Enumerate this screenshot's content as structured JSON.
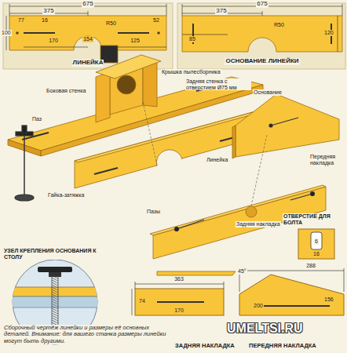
{
  "diagram": {
    "caption": "Сборочный чертёж линейки и размеры её основных деталей. Внимание: для вашего станка размеры линейки могут быть другими.",
    "labels": [
      "675",
      "375",
      "77",
      "16",
      "R50",
      "52",
      "170",
      "154",
      "125",
      "100",
      "ЛИНЕЙКА",
      "675",
      "375",
      "85",
      "R50",
      "120",
      "ОСНОВАНИЕ ЛИНЕЙКИ",
      "Крышка пылесборника",
      "Задняя стенка с отверстием Ø75 мм",
      "Боковая стенка",
      "Основание",
      "Паз",
      "Линейка",
      "Гайка-затяжка",
      "Передняя накладка",
      "Пазы",
      "Задняя накладка",
      "УЗЕЛ КРЕПЛЕНИЯ ОСНОВАНИЯ К СТОЛУ",
      "ОТВЕРСТИЕ ДЛЯ БОЛТА",
      "16",
      "6",
      "45°",
      "363",
      "74",
      "170",
      "ЗАДНЯЯ НАКЛАДКА",
      "288",
      "156",
      "200",
      "ПЕРЕДНЯЯ НАКЛАДКА",
      "UMELTSI.RU"
    ]
  }
}
